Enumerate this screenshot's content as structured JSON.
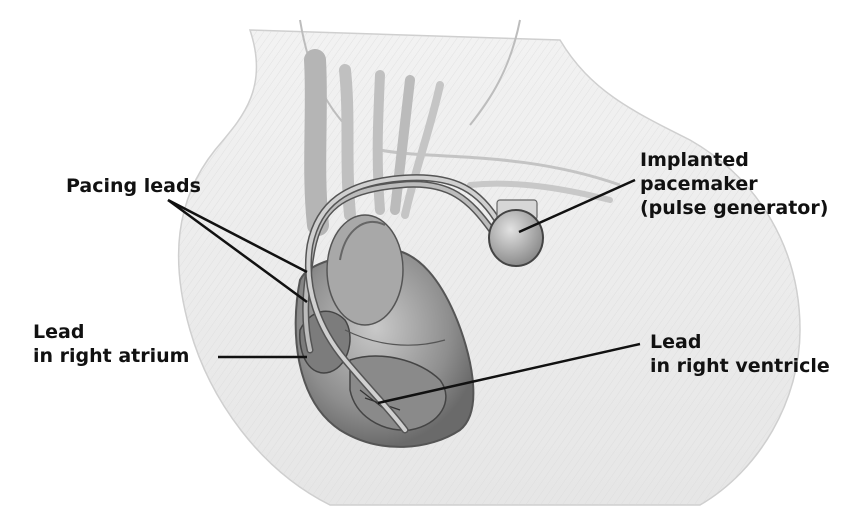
{
  "labels": {
    "pacing_leads": "Pacing leads",
    "implanted_line1": "Implanted",
    "implanted_line2": "pacemaker",
    "implanted_line3": "(pulse generator)",
    "atrium_line1": "Lead",
    "atrium_line2": "in right atrium",
    "ventricle_line1": "Lead",
    "ventricle_line2": "in right ventricle"
  },
  "colors": {
    "background": "#ffffff",
    "text": "#111111",
    "illustration_gray": "#9a9a9a"
  }
}
